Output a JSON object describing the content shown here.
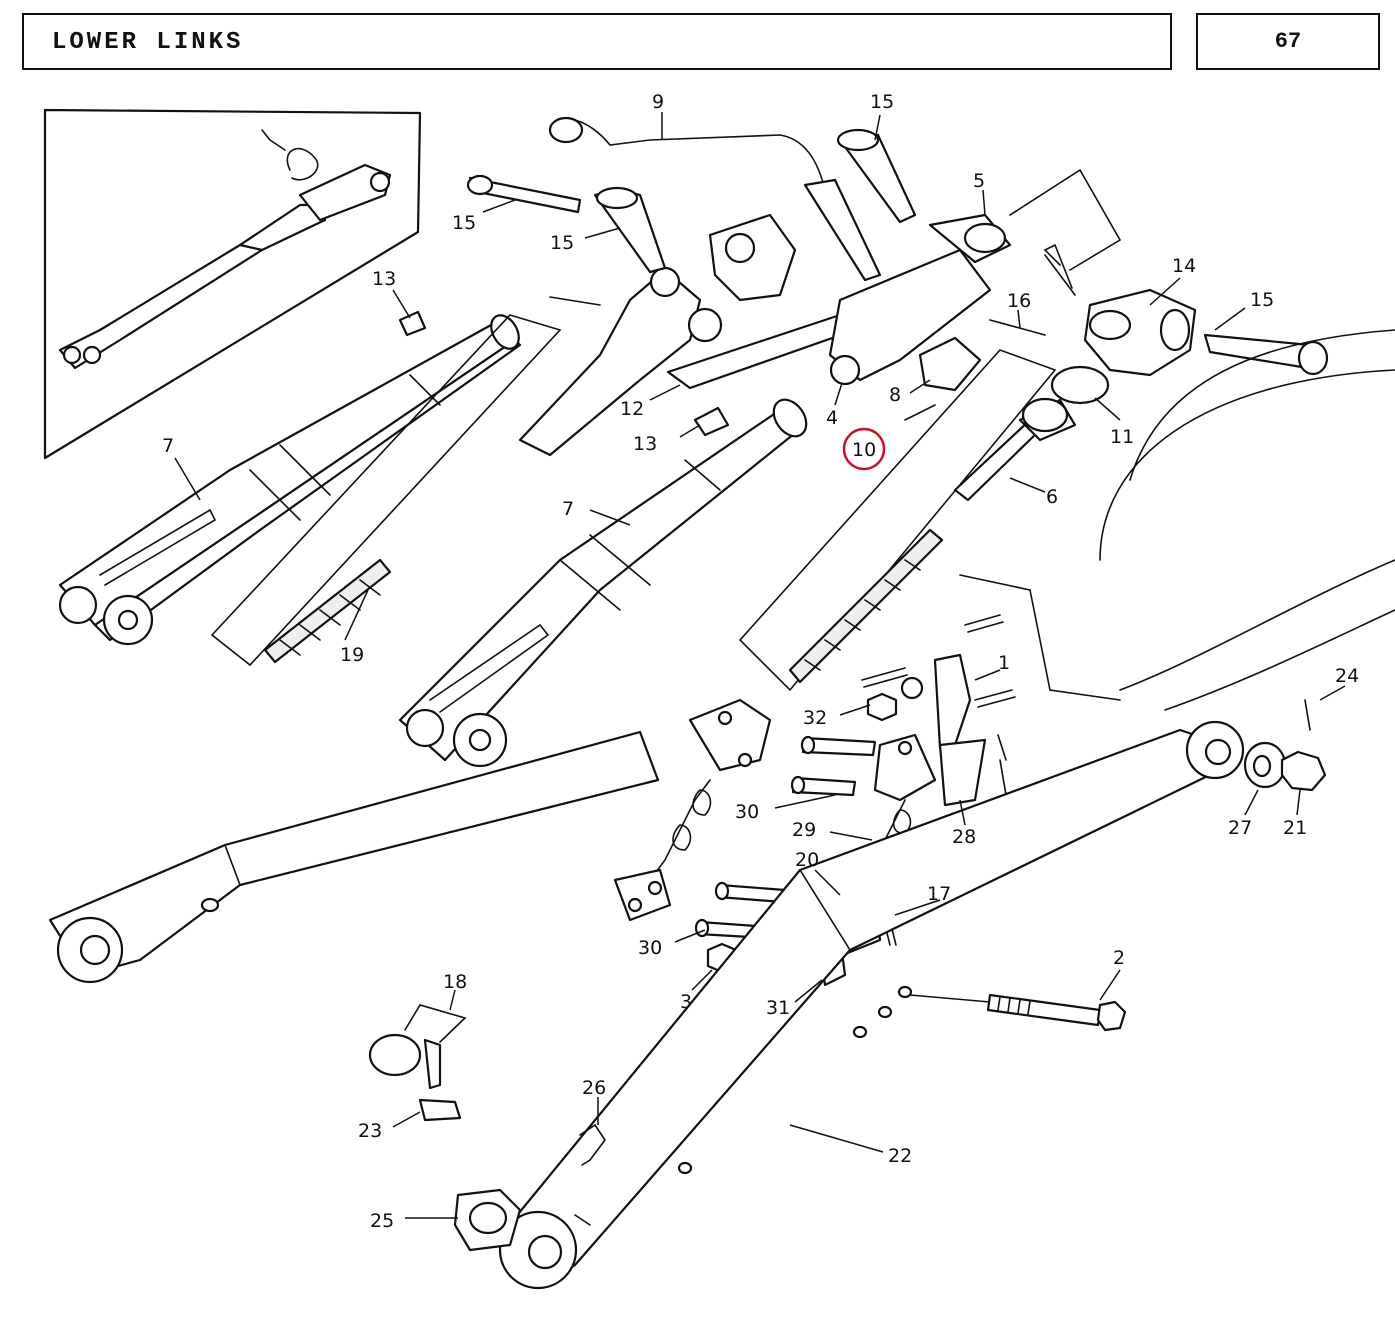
{
  "header": {
    "title": "LOWER LINKS",
    "page_number": "67"
  },
  "highlight_color": "#c8102e",
  "callouts": {
    "c1": "1",
    "c2": "2",
    "c3": "3",
    "c4": "4",
    "c5": "5",
    "c6": "6",
    "c7a": "7",
    "c7b": "7",
    "c8": "8",
    "c9": "9",
    "c10": "10",
    "c11": "11",
    "c12": "12",
    "c13a": "13",
    "c13b": "13",
    "c14": "14",
    "c15a": "15",
    "c15b": "15",
    "c15c": "15",
    "c15d": "15",
    "c16": "16",
    "c17": "17",
    "c18": "18",
    "c19": "19",
    "c20": "20",
    "c21": "21",
    "c22": "22",
    "c23": "23",
    "c24": "24",
    "c25": "25",
    "c26": "26",
    "c27": "27",
    "c28": "28",
    "c29": "29",
    "c30a": "30",
    "c30b": "30",
    "c31": "31",
    "c32": "32"
  }
}
